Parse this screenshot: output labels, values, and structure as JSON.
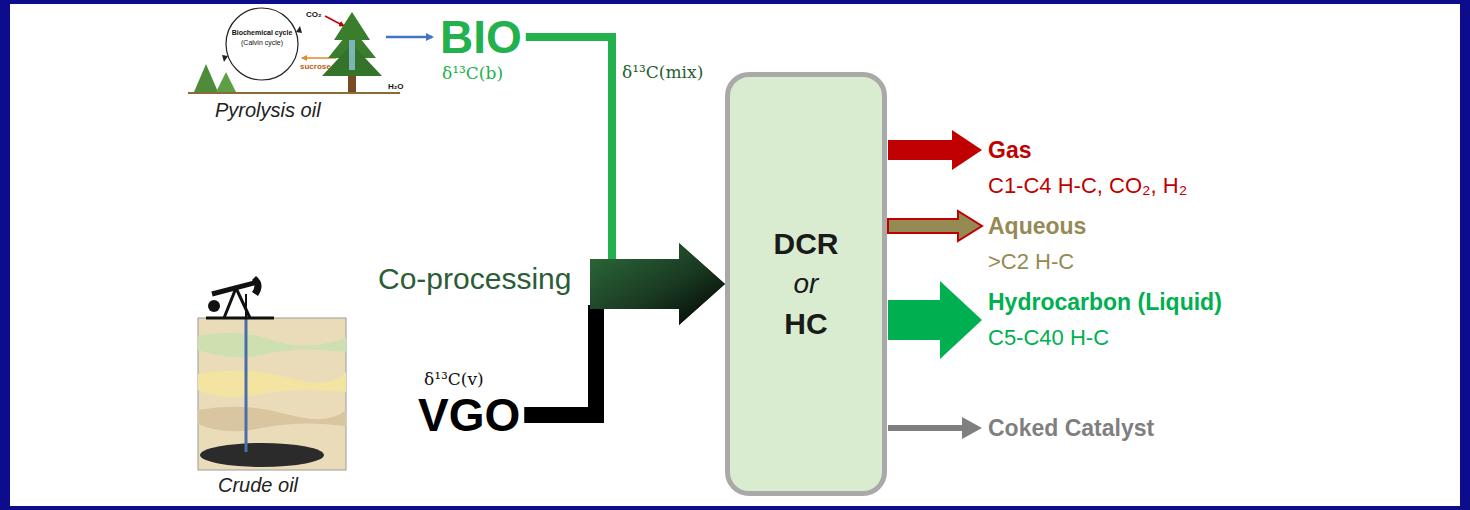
{
  "diagram": {
    "nodes": [
      {
        "text": [
          "BIO",
          "δ¹³C(b)"
        ]
      },
      {
        "text": [
          "δ¹³C(v)",
          "VGO"
        ]
      },
      {
        "text": [
          "DCR",
          "or",
          "HC"
        ]
      },
      {
        "text": [
          "Gas",
          "C1-C4 H-C, CO₂, H₂"
        ]
      },
      {
        "text": [
          "Aqueous",
          ">C2 H-C"
        ]
      },
      {
        "text": [
          "Hydrocarbon (Liquid)",
          "C5-C40 H-C"
        ]
      },
      {
        "text": [
          "Coked Catalyst"
        ]
      }
    ],
    "edges": [
      {
        "from": 0,
        "to": 2,
        "arrow": "to"
      },
      {
        "from": 1,
        "to": 2,
        "arrow": "to"
      },
      {
        "from": 2,
        "to": 3,
        "arrow": "to"
      },
      {
        "from": 2,
        "to": 4,
        "arrow": "to"
      },
      {
        "from": 2,
        "to": 5,
        "arrow": "to"
      },
      {
        "from": 2,
        "to": 6,
        "arrow": "to"
      }
    ],
    "labels": [
      "Biochemical cycle",
      "(Calvin cycle)",
      "CO₂",
      "sucrose",
      "H₂O",
      "Pyrolysis oil",
      "δ¹³C(mix)",
      "Co-processing",
      "Crude oil"
    ]
  }
}
